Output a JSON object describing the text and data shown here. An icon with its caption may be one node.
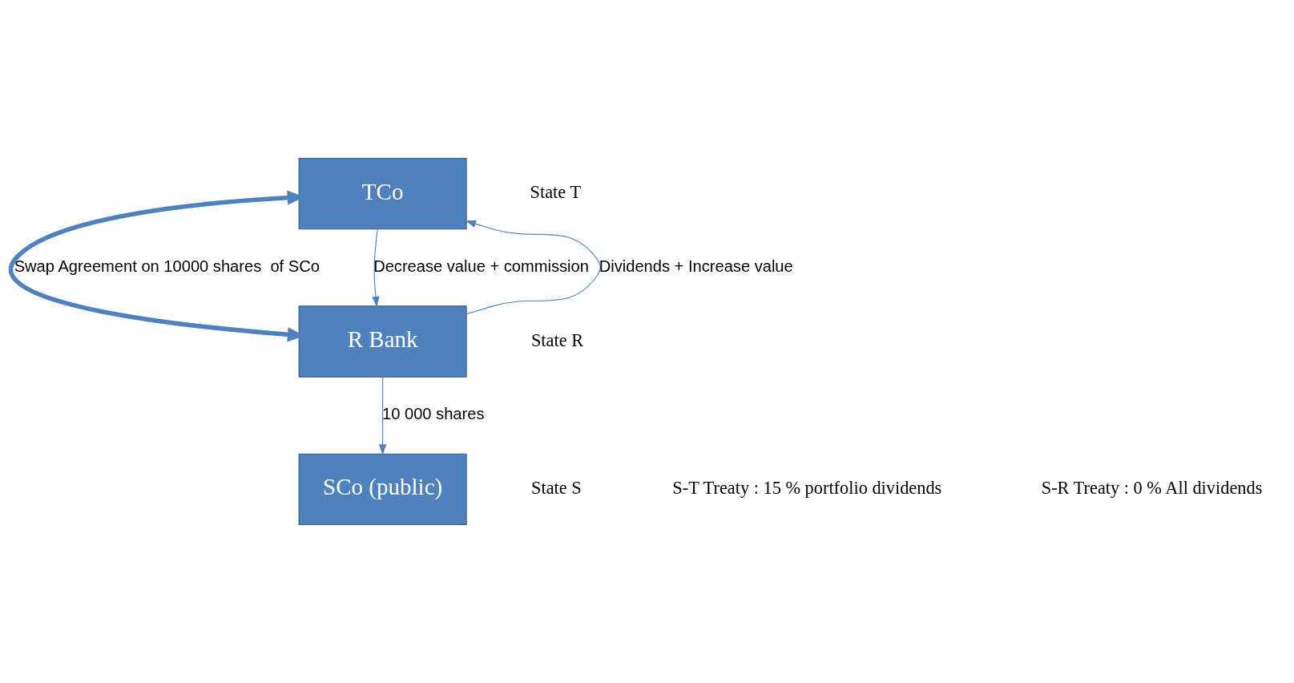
{
  "diagram": {
    "nodes": [
      {
        "text": [
          "TCo"
        ]
      },
      {
        "text": [
          "R Bank"
        ]
      },
      {
        "text": [
          "SCo (public)"
        ]
      }
    ],
    "edges": [
      {
        "from": 0,
        "to": 1,
        "arrow": "both",
        "style": "thick",
        "label": "Swap Agreement on 10000 shares  of SCo"
      },
      {
        "from": 0,
        "to": 1,
        "arrow": "to",
        "label": "Decrease value + commission"
      },
      {
        "from": 1,
        "to": 0,
        "arrow": "to",
        "label": "Dividends + Increase value"
      },
      {
        "from": 1,
        "to": 2,
        "arrow": "to",
        "label": "10 000 shares"
      }
    ],
    "labels": [
      "State T",
      "State R",
      "State S",
      "S-T Treaty : 15 % portfolio dividends",
      "S-R Treaty : 0 % All dividends"
    ]
  }
}
